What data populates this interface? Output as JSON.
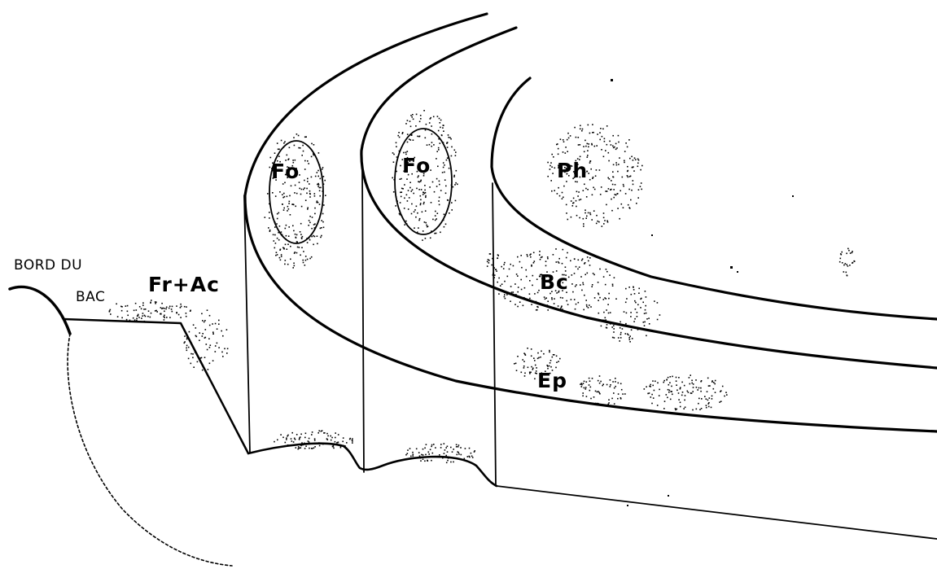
{
  "labels": {
    "bord_du": "BORD DU",
    "bac": "BAC",
    "fr_ac": "Fr+Ac",
    "fo_left": "Fo",
    "fo_right": "Fo",
    "ph": "Ph",
    "bc": "Bc",
    "ep": "Ep"
  },
  "colors": {
    "line": "#000000",
    "stipple": "#000000",
    "background": "#ffffff"
  }
}
